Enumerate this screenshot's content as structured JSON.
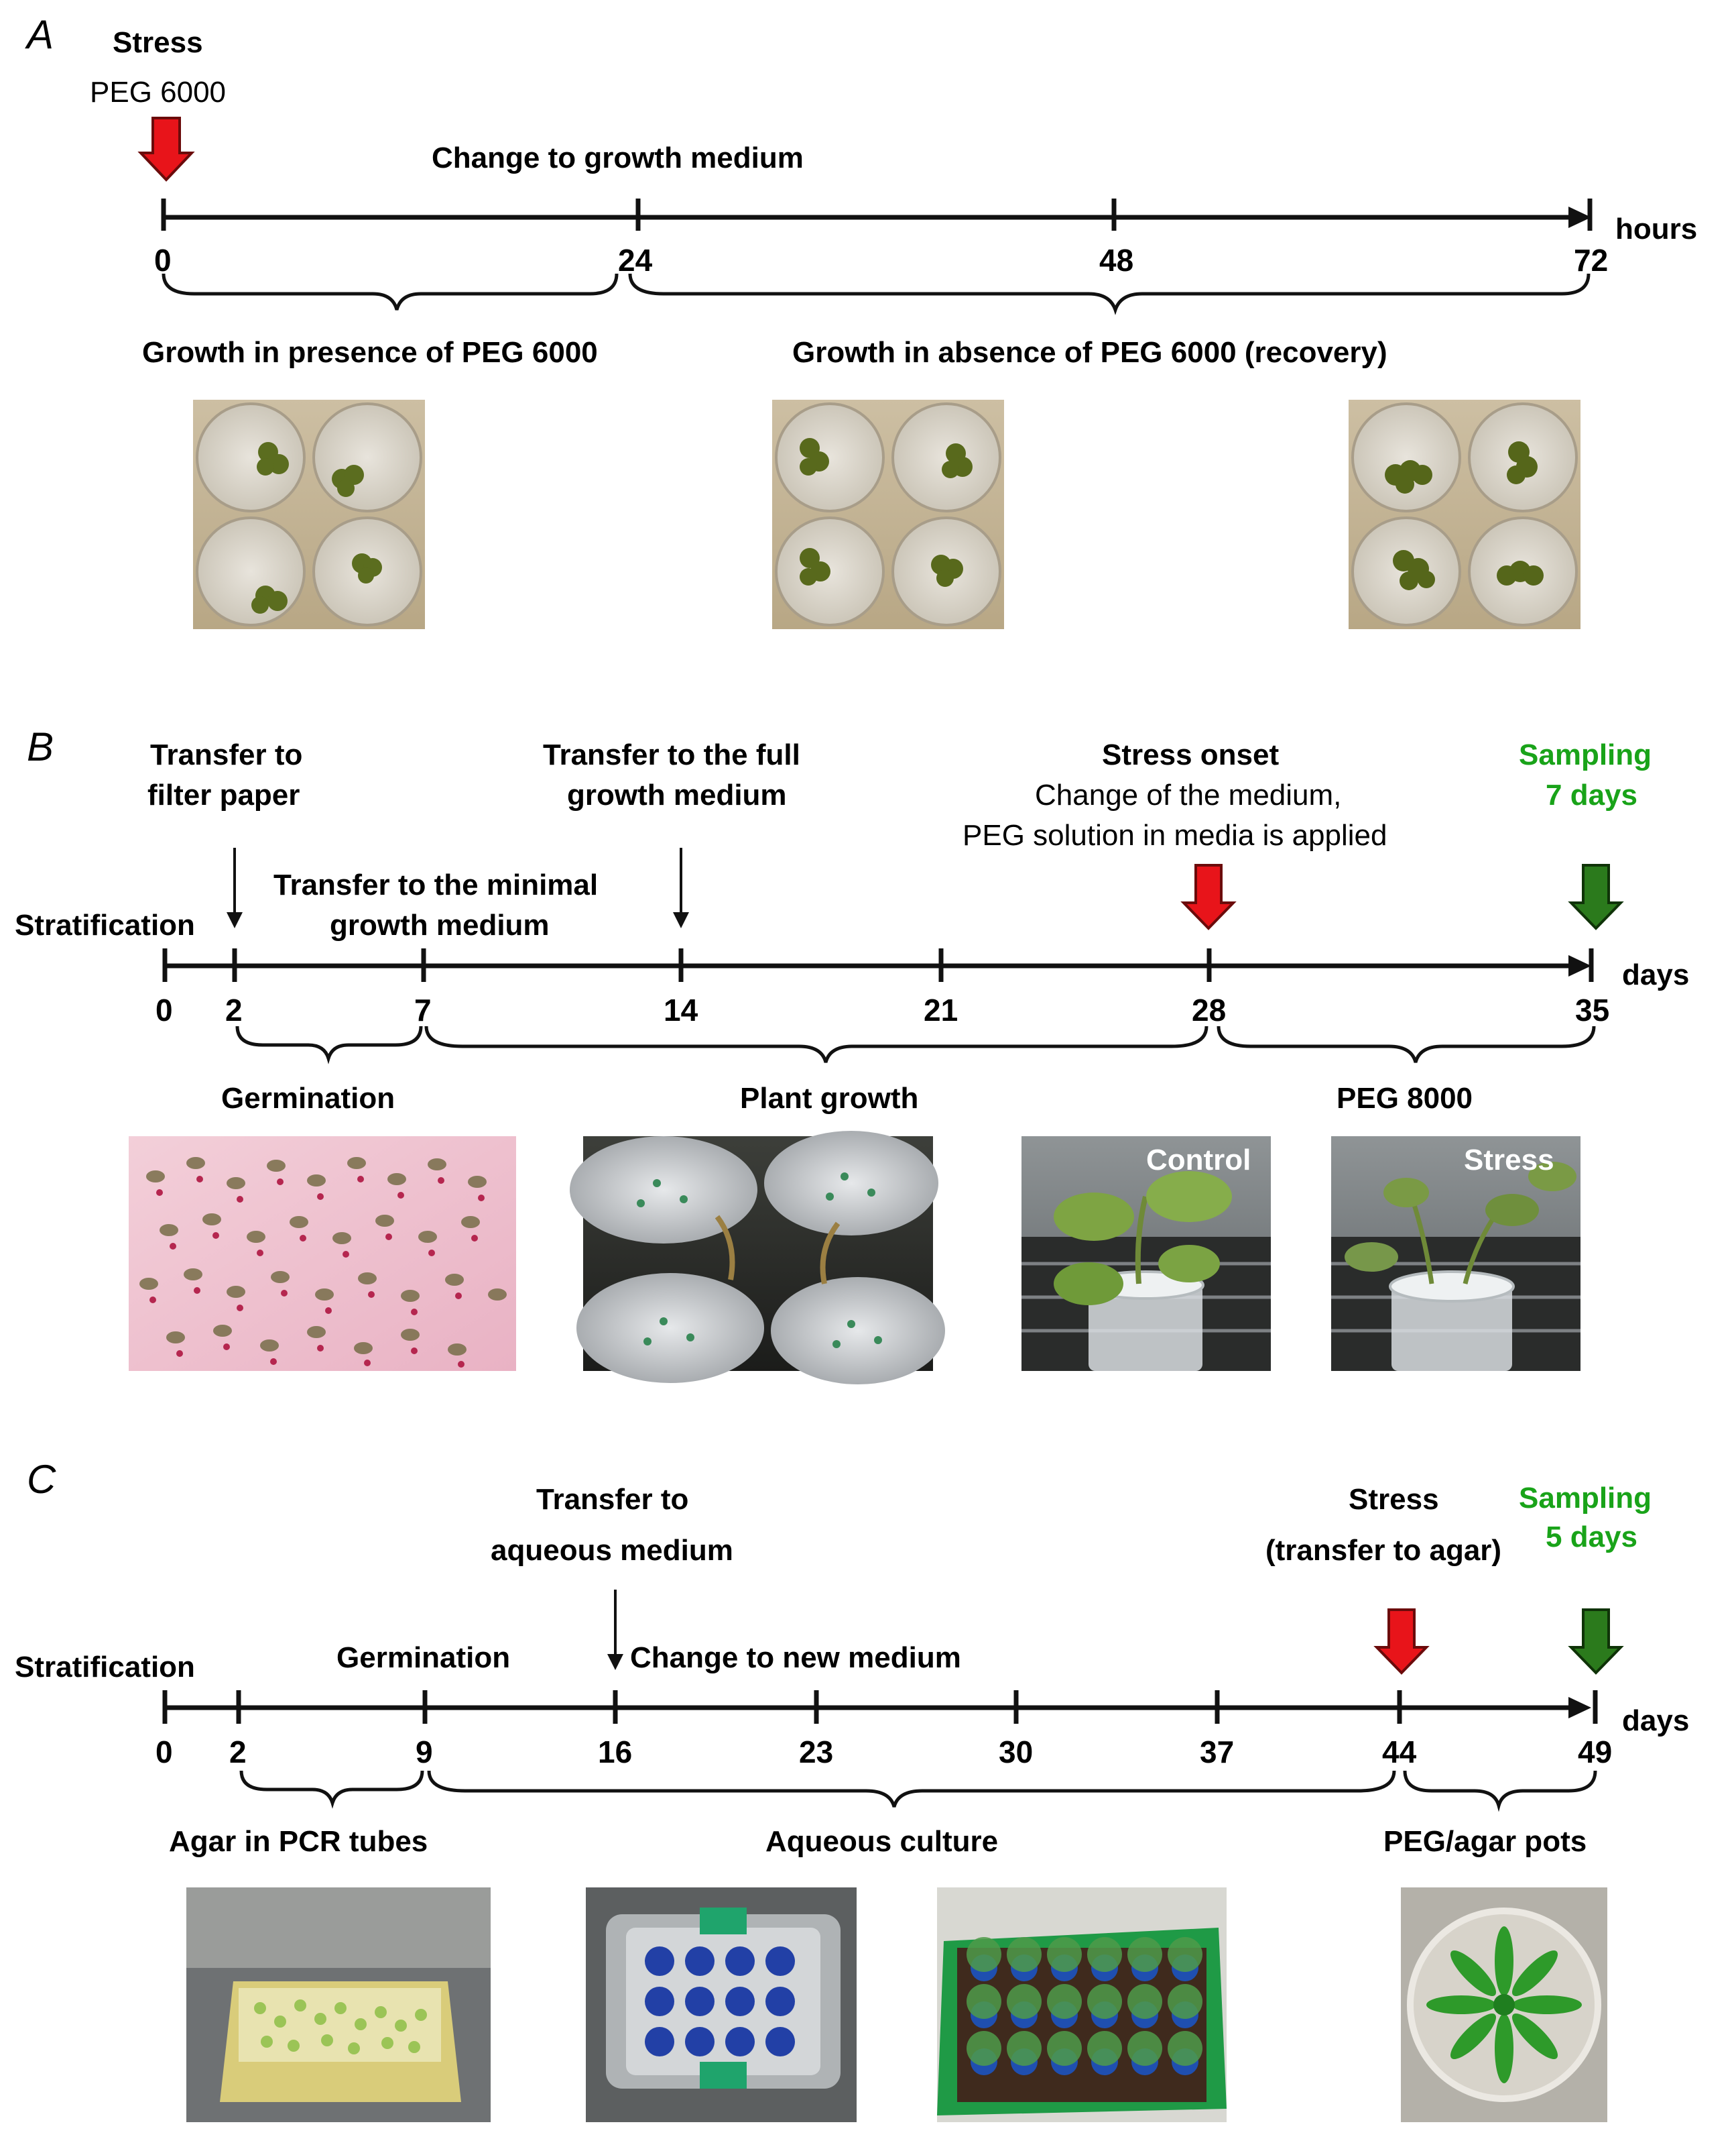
{
  "colors": {
    "stress_arrow": "#e8141a",
    "sampling_arrow": "#1f6e14",
    "sampling_text": "#19a319",
    "axis": "#111111"
  },
  "panel_a": {
    "letter": "A",
    "stress_label": "Stress",
    "stress_agent": "PEG 6000",
    "change_label": "Change to growth medium",
    "unit": "hours",
    "ticks": [
      "0",
      "24",
      "48",
      "72"
    ],
    "phase1": "Growth in presence of PEG 6000",
    "phase2": "Growth in absence of PEG 6000 (recovery)",
    "photos": [
      "seedlings-0h",
      "seedlings-24h",
      "seedlings-72h"
    ]
  },
  "panel_b": {
    "letter": "B",
    "transfer_filter": [
      "Transfer to",
      "filter paper"
    ],
    "transfer_full": [
      "Transfer to the full",
      "growth medium"
    ],
    "stress_onset": "Stress onset",
    "stress_desc": [
      "Change of the medium,",
      "PEG solution in media is applied"
    ],
    "sampling": [
      "Sampling",
      "7 days"
    ],
    "stratification": "Stratification",
    "transfer_minimal": [
      "Transfer to the minimal",
      "growth medium"
    ],
    "unit": "days",
    "ticks": [
      "0",
      "2",
      "7",
      "14",
      "21",
      "28",
      "35"
    ],
    "phase1": "Germination",
    "phase2": "Plant growth",
    "phase3": "PEG 8000",
    "photo_labels": {
      "control": "Control",
      "stress": "Stress"
    }
  },
  "panel_c": {
    "letter": "C",
    "transfer_aqueous": [
      "Transfer to",
      "aqueous medium"
    ],
    "stress": [
      "Stress",
      "(transfer to agar)"
    ],
    "sampling": [
      "Sampling",
      "5 days"
    ],
    "stratification": "Stratification",
    "germination": "Germination",
    "change_medium": "Change to new medium",
    "unit": "days",
    "ticks": [
      "0",
      "2",
      "9",
      "16",
      "23",
      "30",
      "37",
      "44",
      "49"
    ],
    "phase1": "Agar in PCR tubes",
    "phase2": "Aqueous culture",
    "phase3": "PEG/agar pots"
  }
}
